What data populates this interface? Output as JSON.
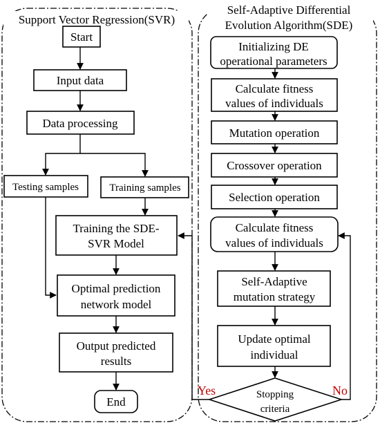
{
  "svr_panel": {
    "title": "Support Vector Regression(SVR)",
    "start": "Start",
    "input_data": "Input data",
    "data_processing": "Data processing",
    "testing_samples": "Testing samples",
    "training_samples": "Training samples",
    "training_model": [
      "Training the SDE-",
      "SVR Model"
    ],
    "optimal_model": [
      "Optimal prediction",
      "network model"
    ],
    "output_results": [
      "Output predicted",
      "results"
    ],
    "end": "End"
  },
  "sde_panel": {
    "title": [
      "Self-Adaptive Differential",
      "Evolution Algorithm(SDE)"
    ],
    "init": [
      "Initializing DE",
      "operational parameters"
    ],
    "fitness1": [
      "Calculate fitness",
      "values of individuals"
    ],
    "mutation": "Mutation operation",
    "crossover": "Crossover operation",
    "selection": "Selection operation",
    "fitness2": [
      "Calculate fitness",
      "values of individuals"
    ],
    "self_adaptive": [
      "Self-Adaptive",
      "mutation strategy"
    ],
    "update": [
      "Update optimal",
      "individual"
    ],
    "stopping": [
      "Stopping",
      "criteria"
    ],
    "yes": "Yes",
    "no": "No"
  },
  "colors": {
    "yes_no_label": "#c00000",
    "line": "#000000",
    "background": "#ffffff"
  }
}
